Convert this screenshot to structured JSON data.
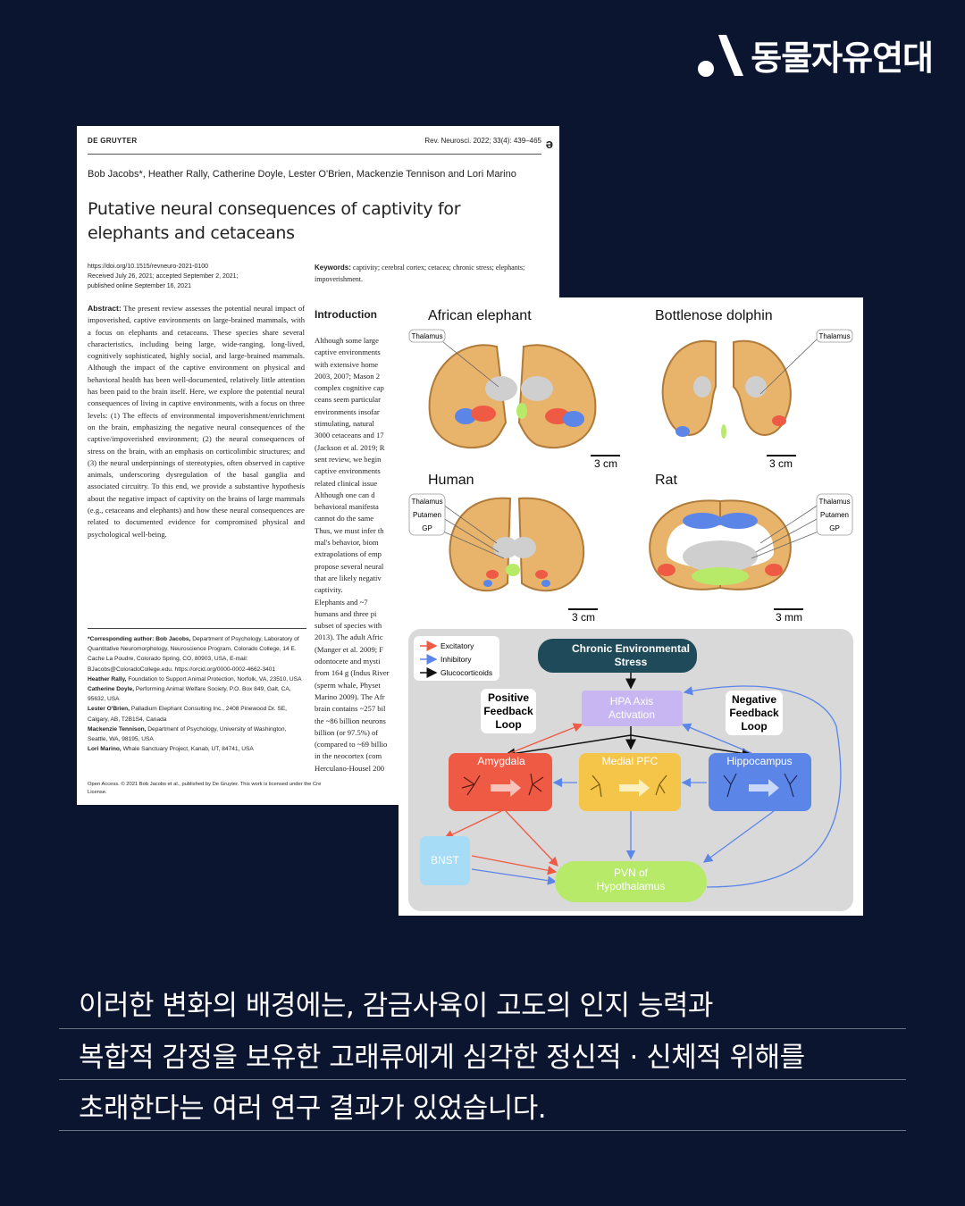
{
  "brand": {
    "name": "동물자유연대",
    "icon": "org-logo-icon"
  },
  "paper": {
    "publisher": "DE GRUYTER",
    "journal_ref": "Rev. Neurosci. 2022; 33(4): 439–465",
    "open_access_icon": "open-access-icon",
    "authors": "Bob Jacobs*, Heather Rally, Catherine Doyle, Lester O'Brien, Mackenzie Tennison and Lori Marino",
    "title": "Putative neural consequences of captivity for elephants and cetaceans",
    "doi": "https://doi.org/10.1515/revneuro-2021-0100",
    "received": "Received July 26, 2021; accepted September 2, 2021;",
    "published": "published online September 16, 2021",
    "keywords_label": "Keywords:",
    "keywords": "captivity; cerebral cortex; cetacea; chronic stress; elephants; impoverishment.",
    "abstract_label": "Abstract:",
    "abstract": "The present review assesses the potential neural impact of impoverished, captive environments on large-brained mammals, with a focus on elephants and cetaceans. These species share several characteristics, including being large, wide-ranging, long-lived, cognitively sophisticated, highly social, and large-brained mammals. Although the impact of the captive environment on physical and behavioral health has been well-documented, relatively little attention has been paid to the brain itself. Here, we explore the potential neural consequences of living in captive environments, with a focus on three levels: (1) The effects of environmental impoverishment/enrichment on the brain, emphasizing the negative neural consequences of the captive/impoverished environment; (2) the neural consequences of stress on the brain, with an emphasis on corticolimbic structures; and (3) the neural underpinnings of stereotypies, often observed in captive animals, underscoring dysregulation of the basal ganglia and associated circuitry. To this end, we provide a substantive hypothesis about the negative impact of captivity on the brains of large mammals (e.g., cetaceans and elephants) and how these neural consequences are related to documented evidence for compromised physical and psychological well-being.",
    "intro_heading": "Introduction",
    "intro_lines": [
      "Although some large",
      "captive environments",
      "with extensive home",
      "2003, 2007; Mason 2",
      "complex cognitive cap",
      "ceans seem particular",
      "environments insofar",
      "stimulating, natural",
      "3000 cetaceans and 17",
      "(Jackson et al. 2019; R",
      "sent review, we begin",
      "captive environments",
      "related clinical issue",
      "Although one can d",
      "behavioral manifesta",
      "cannot do the same",
      "Thus, we must infer th",
      "mal's behavior, biom",
      "extrapolations of emp",
      "propose several neural",
      "that are likely negativ",
      "captivity.",
      "    Elephants and ~7",
      "humans and three pi",
      "subset of species with",
      "2013). The adult Afric",
      "(Manger et al. 2009; F",
      "odontocete and mysti",
      "from 164 g (Indus River",
      "(sperm whale, Physet",
      "Marino 2009). The Afr",
      "brain contains ~257 bil",
      "the ~86 billion neurons",
      "billion (or 97.5%) of",
      "(compared to ~69 billio",
      "in the neocortex (com",
      "Herculano-Housel 200"
    ],
    "corresponding": [
      {
        "name": "*Corresponding author: Bob Jacobs,",
        "text": "Department of Psychology, Laboratory of Quantitative Neuromorphology, Neuroscience Program, Colorado College, 14 E. Cache La Poudre, Colorado Spring, CO, 80903, USA, E-mail: BJacobs@ColoradoCollege.edu. https://orcid.org/0000-0002-4662-3401"
      },
      {
        "name": "Heather Rally,",
        "text": "Foundation to Support Animal Protection, Norfolk, VA, 23510, USA"
      },
      {
        "name": "Catherine Doyle,",
        "text": "Performing Animal Welfare Society, P.O. Box 849, Galt, CA, 95632, USA"
      },
      {
        "name": "Lester O'Brien,",
        "text": "Palladium Elephant Consulting Inc., 2408 Pinewood Dr. SE, Calgary, AB, T2B1S4, Canada"
      },
      {
        "name": "Mackenzie Tennison,",
        "text": "Department of Psychology, University of Washington, Seattle, WA, 98195, USA"
      },
      {
        "name": "Lori Marino,",
        "text": "Whale Sanctuary Project, Kanab, UT, 84741, USA"
      }
    ],
    "footer": "Open Access. © 2021 Bob Jacobs et al., published by De Gruyter.  This work is licensed under the Cre",
    "footer2": "License."
  },
  "figure": {
    "panels": {
      "african_elephant": "African elephant",
      "dolphin": "Bottlenose dolphin",
      "human": "Human",
      "rat": "Rat"
    },
    "region_labels": {
      "thalamus": "Thalamus",
      "putamen": "Putamen",
      "gp": "GP"
    },
    "scales": {
      "elephant": "3 cm",
      "dolphin": "3 cm",
      "human": "3 cm",
      "rat": "3 mm"
    },
    "legend": {
      "excitatory": "Excitatory",
      "inhibitory": "Inhibitory",
      "glucocorticoids": "Glucocorticoids"
    },
    "diagram": {
      "stress_line1": "Chronic Environmental",
      "stress_line2": "Stress",
      "hpa_line1": "HPA Axis",
      "hpa_line2": "Activation",
      "pos_line1": "Positive",
      "pos_line2": "Feedback",
      "pos_line3": "Loop",
      "neg_line1": "Negative",
      "neg_line2": "Feedback",
      "neg_line3": "Loop",
      "amygdala": "Amygdala",
      "mpfc": "Medial PFC",
      "hippocampus": "Hippocampus",
      "bnst": "BNST",
      "pvn_line1": "PVN of",
      "pvn_line2": "Hypothalamus"
    },
    "colors": {
      "cortex": "#e8b36a",
      "excitatory": "#ef5a45",
      "inhibitory": "#5b86e8",
      "hpa": "#c7b6f2",
      "stress": "#1f4a5a",
      "pvn": "#b8ea6a",
      "bnst": "#a6dcf5",
      "mpfc": "#f5c54a"
    }
  },
  "caption": {
    "line1": "이러한 변화의 배경에는, 감금사육이 고도의 인지 능력과",
    "line2": "복합적 감정을 보유한 고래류에게 심각한 정신적 · 신체적 위해를",
    "line3": "초래한다는 여러 연구 결과가 있었습니다."
  }
}
